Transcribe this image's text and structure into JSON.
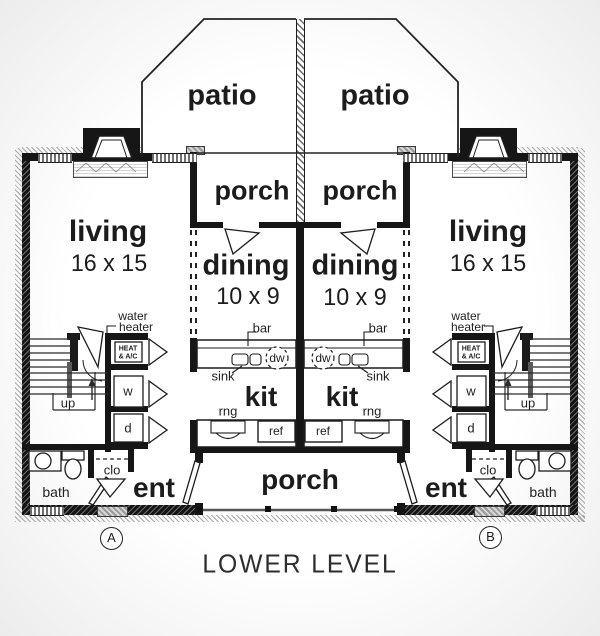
{
  "page": {
    "title": "LOWER LEVEL"
  },
  "markers": {
    "a": "A",
    "b": "B"
  },
  "rooms": {
    "patio": "patio",
    "porch": "porch",
    "living": "living",
    "living_dim": "16 x 15",
    "dining": "dining",
    "dining_dim": "10 x 9",
    "kitchen": "kit",
    "entry": "ent",
    "bath": "bath",
    "closet": "clo"
  },
  "fixtures": {
    "stairs_up": "up",
    "water_heater_line1": "water",
    "water_heater_line2": "heater",
    "heat_ac_line1": "HEAT",
    "heat_ac_line2": "& A/C",
    "washer": "w",
    "dryer": "d",
    "bar": "bar",
    "sink": "sink",
    "dishwasher": "dw",
    "range": "rng",
    "refrigerator": "ref"
  },
  "colors": {
    "line": "#1c1c1c",
    "wall": "#161616",
    "window_gray": "#6e6e6e",
    "paper": "#ffffff"
  }
}
